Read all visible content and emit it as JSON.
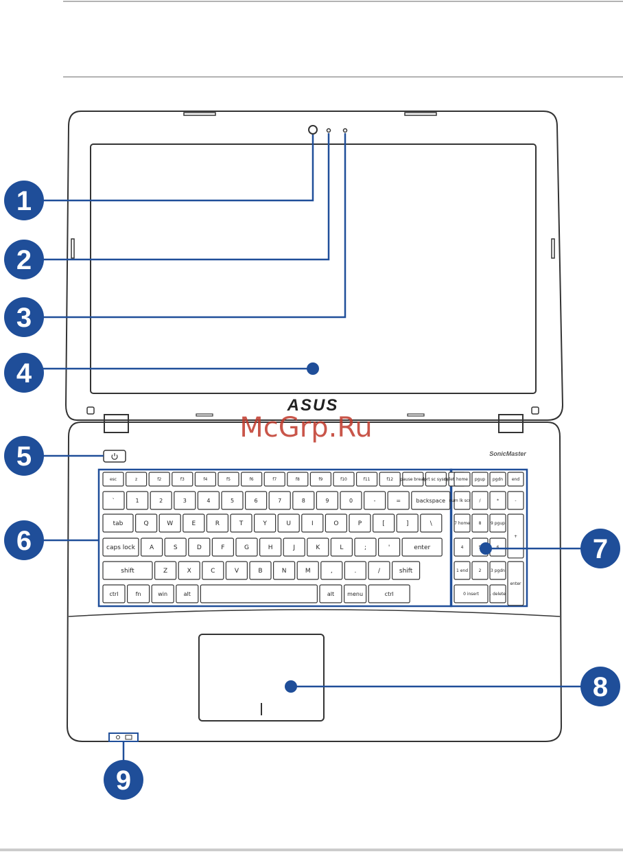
{
  "brand": {
    "logo": "ASUS",
    "audio_badge": "SonicMaster",
    "watermark": "McGrp.Ru"
  },
  "callouts": [
    {
      "number": "1",
      "target": "camera"
    },
    {
      "number": "2",
      "target": "camera-indicator-left"
    },
    {
      "number": "3",
      "target": "camera-indicator-right"
    },
    {
      "number": "4",
      "target": "display-panel"
    },
    {
      "number": "5",
      "target": "power-button"
    },
    {
      "number": "6",
      "target": "keyboard"
    },
    {
      "number": "7",
      "target": "numeric-keypad"
    },
    {
      "number": "8",
      "target": "touchpad"
    },
    {
      "number": "9",
      "target": "status-indicators"
    }
  ],
  "keyboard": {
    "fn_row": [
      "esc",
      "z",
      "f2",
      "f3",
      "f4",
      "f5",
      "f6",
      "f7",
      "f8",
      "f9",
      "f10",
      "f11",
      "f12",
      "pause break",
      "prt sc sysrq",
      "delete insert"
    ],
    "num_row": [
      "`",
      "1",
      "2",
      "3",
      "4",
      "5",
      "6",
      "7",
      "8",
      "9",
      "0",
      "-",
      "=",
      "backspace"
    ],
    "top_row": [
      "tab",
      "Q",
      "W",
      "E",
      "R",
      "T",
      "Y",
      "U",
      "I",
      "O",
      "P",
      "[",
      "]",
      "\\"
    ],
    "home_row": [
      "caps lock",
      "A",
      "S",
      "D",
      "F",
      "G",
      "H",
      "J",
      "K",
      "L",
      ";",
      "'",
      "enter"
    ],
    "bottom_row": [
      "shift",
      "Z",
      "X",
      "C",
      "V",
      "B",
      "N",
      "M",
      ",",
      ".",
      "/",
      "shift"
    ],
    "space_row": [
      "ctrl",
      "fn",
      "win",
      "alt",
      "",
      "alt",
      "menu",
      "ctrl"
    ]
  },
  "numpad": {
    "top": [
      "home",
      "pgup",
      "pgdn",
      "end"
    ],
    "row1": [
      "num lk scr lk",
      "/",
      "*",
      "-"
    ],
    "row2": [
      "7 home",
      "8",
      "9 pgup",
      "+"
    ],
    "row3": [
      "4",
      "5",
      "6"
    ],
    "row4": [
      "1 end",
      "2",
      "3 pgdn",
      "enter"
    ],
    "row5": [
      "0 insert",
      ". delete"
    ]
  },
  "colors": {
    "callout_blue": "#1f4e99",
    "outline": "#333333",
    "accent_line": "#1f4e99"
  }
}
